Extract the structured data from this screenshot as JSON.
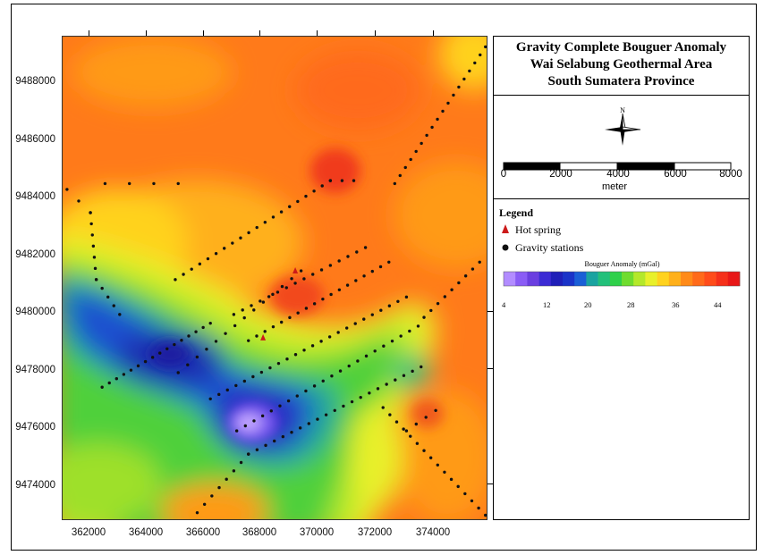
{
  "title": {
    "line1": "Gravity Complete Bouguer Anomaly",
    "line2": "Wai Selabung Geothermal Area",
    "line3": "South Sumatera Province"
  },
  "north_arrow": {
    "label": "N"
  },
  "scale_bar": {
    "labels": [
      "0",
      "2000",
      "4000",
      "6000",
      "8000"
    ],
    "unit": "meter"
  },
  "legend": {
    "title": "Legend",
    "hot_spring": "Hot spring",
    "gravity_stations": "Gravity stations",
    "colorbar_title": "Bouguer Anomaly (mGal)",
    "colorbar_ticks": [
      "4",
      "12",
      "20",
      "28",
      "36",
      "44"
    ],
    "colorbar_colors": [
      "#b28cff",
      "#8a5cf5",
      "#6a3ee0",
      "#3c2bd4",
      "#1f1fb8",
      "#1a33c8",
      "#1a5fd6",
      "#1aa3a0",
      "#22c07a",
      "#2fd04a",
      "#6fdc2f",
      "#b4e82a",
      "#e8f02a",
      "#ffd21e",
      "#ffb01a",
      "#ff8a18",
      "#ff6a1a",
      "#ff4c1a",
      "#f5301a",
      "#e81818"
    ],
    "hot_spring_color": "#cc1a1a",
    "station_color": "#111111"
  },
  "axes": {
    "x_ticks": [
      "362000",
      "364000",
      "366000",
      "368000",
      "370000",
      "372000",
      "374000"
    ],
    "y_ticks": [
      "9488000",
      "9486000",
      "9484000",
      "9482000",
      "9480000",
      "9478000",
      "9476000",
      "9474000"
    ]
  },
  "map_data": {
    "x_range": [
      361150,
      375700
    ],
    "y_range": [
      9472900,
      9489550
    ],
    "anomaly_blobs": [
      {
        "x": 368000,
        "y": 9476200,
        "r": 1800,
        "value": 6
      },
      {
        "x": 364500,
        "y": 9478500,
        "r": 2100,
        "value": 16
      },
      {
        "x": 362500,
        "y": 9480500,
        "r": 1500,
        "value": 17
      },
      {
        "x": 373000,
        "y": 9478200,
        "r": 700,
        "value": 24
      },
      {
        "x": 370000,
        "y": 9485000,
        "r": 1200,
        "value": 44
      },
      {
        "x": 369300,
        "y": 9480700,
        "r": 1100,
        "value": 43
      },
      {
        "x": 373800,
        "y": 9476300,
        "r": 700,
        "value": 42
      }
    ],
    "hot_springs": [
      {
        "x": 368000,
        "y": 9479200
      },
      {
        "x": 369100,
        "y": 9481500
      }
    ],
    "station_lines": [
      {
        "from": [
          361300,
          9484300
        ],
        "to": [
          362100,
          9483500
        ],
        "n": 3
      },
      {
        "from": [
          362100,
          9483500
        ],
        "to": [
          362300,
          9481200
        ],
        "n": 7
      },
      {
        "from": [
          362300,
          9481200
        ],
        "to": [
          363100,
          9480000
        ],
        "n": 5
      },
      {
        "from": [
          362600,
          9484500
        ],
        "to": [
          365100,
          9484500
        ],
        "n": 4
      },
      {
        "from": [
          362500,
          9477500
        ],
        "to": [
          366200,
          9479700
        ],
        "n": 16
      },
      {
        "from": [
          365100,
          9478000
        ],
        "to": [
          369300,
          9481500
        ],
        "n": 14
      },
      {
        "from": [
          365000,
          9481200
        ],
        "to": [
          370300,
          9484600
        ],
        "n": 20
      },
      {
        "from": [
          370300,
          9484600
        ],
        "to": [
          371100,
          9484600
        ],
        "n": 3
      },
      {
        "from": [
          367000,
          9480000
        ],
        "to": [
          371500,
          9482300
        ],
        "n": 16
      },
      {
        "from": [
          367500,
          9479100
        ],
        "to": [
          372300,
          9481800
        ],
        "n": 18
      },
      {
        "from": [
          366200,
          9477100
        ],
        "to": [
          372900,
          9480600
        ],
        "n": 24
      },
      {
        "from": [
          367100,
          9476000
        ],
        "to": [
          373300,
          9479600
        ],
        "n": 22
      },
      {
        "from": [
          367500,
          9475200
        ],
        "to": [
          373400,
          9478200
        ],
        "n": 21
      },
      {
        "from": [
          365500,
          9472900
        ],
        "to": [
          367500,
          9475200
        ],
        "n": 9
      },
      {
        "from": [
          372100,
          9476800
        ],
        "to": [
          375600,
          9473100
        ],
        "n": 16
      },
      {
        "from": [
          372900,
          9476000
        ],
        "to": [
          373900,
          9476700
        ],
        "n": 4
      },
      {
        "from": [
          372500,
          9484500
        ],
        "to": [
          375600,
          9489200
        ],
        "n": 18
      },
      {
        "from": [
          373500,
          9479900
        ],
        "to": [
          375400,
          9481800
        ],
        "n": 9
      }
    ]
  }
}
